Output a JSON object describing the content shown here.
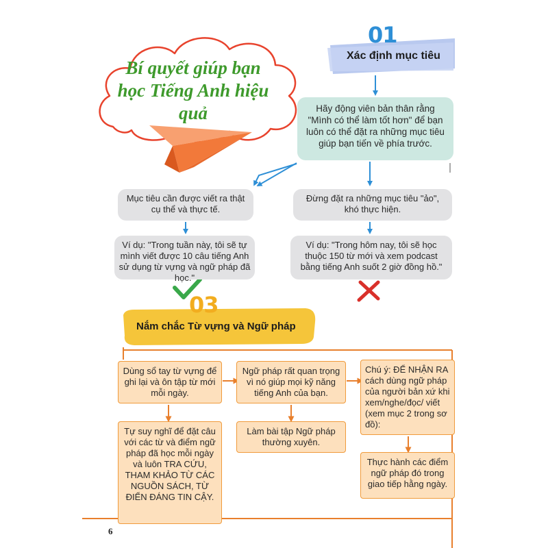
{
  "page": {
    "title": "Bí quyết giúp bạn học Tiếng Anh hiệu quả",
    "page_number": "6"
  },
  "section1": {
    "number": "01",
    "heading": "Xác định mục tiêu",
    "intro": "Hãy động viên bản thân rằng \"Mình có thể làm tốt hơn\" để bạn luôn có thể đặt ra những mục tiêu giúp bạn tiến về phía trước.",
    "do": {
      "tip": "Mục tiêu cần được viết ra thật cụ thể và thực tế.",
      "example": "Ví dụ: \"Trong tuần này, tôi sẽ tự mình viết được 10 câu tiếng Anh sử dụng từ vựng và ngữ pháp đã học.\"",
      "mark_icon": "checkmark-icon"
    },
    "dont": {
      "tip": "Đừng đặt ra những mục tiêu \"ảo\", khó thực hiện.",
      "example": "Ví dụ: \"Trong hôm nay, tôi sẽ học thuộc 150 từ mới và xem podcast bằng tiếng Anh suốt 2 giờ đồng hồ.\"",
      "mark_icon": "cross-icon"
    }
  },
  "section3": {
    "number": "03",
    "heading": "Nắm chắc Từ vựng và Ngữ pháp",
    "col1": {
      "top": "Dùng sổ tay từ vựng để ghi lại và ôn tập từ mới mỗi ngày.",
      "bottom": "Tự suy nghĩ để đặt câu với các từ và điểm ngữ pháp đã học mỗi ngày và luôn TRA CỨU, THAM KHẢO TỪ CÁC NGUỒN SÁCH, TỪ ĐIỂN ĐÁNG TIN CẬY."
    },
    "col2": {
      "top": "Ngữ pháp rất quan trọng vì nó giúp mọi kỹ năng tiếng Anh của bạn.",
      "bottom": "Làm bài tập Ngữ pháp thường xuyên."
    },
    "col3": {
      "top": "Chú ý: ĐỂ NHẬN RA cách dùng ngữ pháp của người bản xứ khi xem/nghe/đọc/ viết (xem mục 2 trong sơ đồ):",
      "bottom": "Thực hành các điểm ngữ pháp đó trong giao tiếp hằng ngày."
    }
  },
  "colors": {
    "blue": "#2e8fd6",
    "teal_box": "#cde8e1",
    "grey_box": "#e2e2e4",
    "yellow_banner": "#f5c53a",
    "peach_box": "#fde0bd",
    "orange_line": "#f09a3a",
    "title_green": "#3e9a2c",
    "cloud_red": "#e8432d",
    "plane_orange": "#f2793a",
    "check_green": "#3aa84a",
    "cross_red": "#d9302a"
  }
}
